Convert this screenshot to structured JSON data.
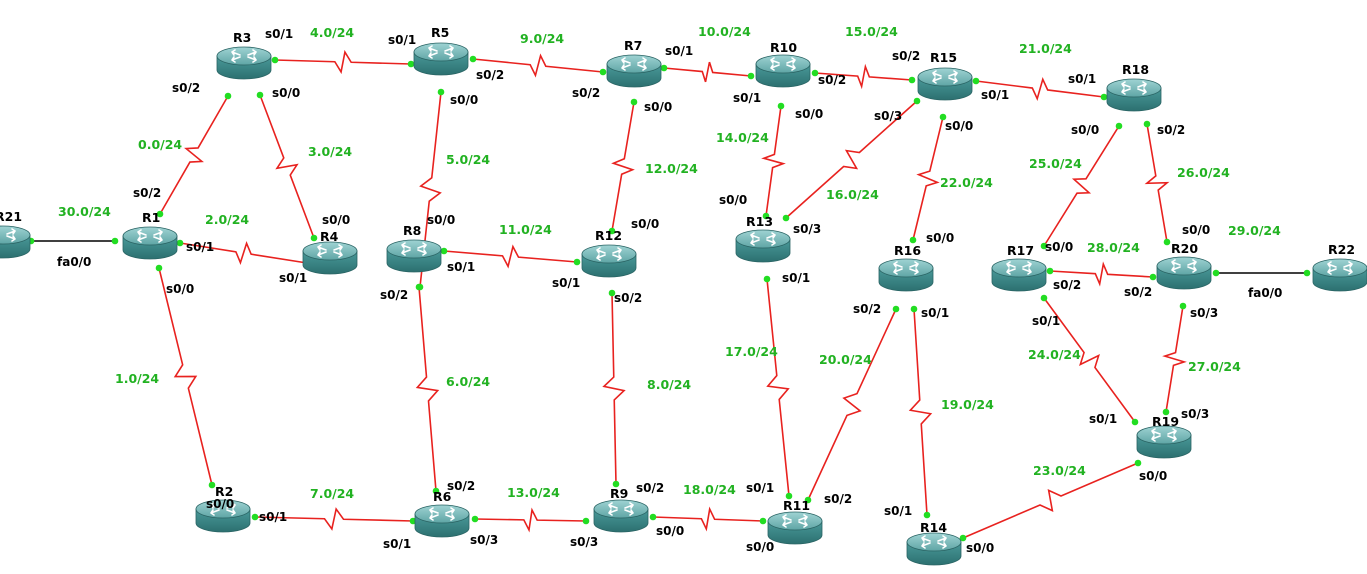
{
  "colors": {
    "serial_link": "#e8221f",
    "ethernet_link": "#000000",
    "port_dot": "#22dd22",
    "network_label": "#22b222",
    "router_body": "#3d8d8d",
    "router_top": "#6fb2b2"
  },
  "icons": {
    "router": "router-icon"
  },
  "routers": [
    {
      "id": "R1",
      "label": "R1"
    },
    {
      "id": "R2",
      "label": "R2"
    },
    {
      "id": "R3",
      "label": "R3"
    },
    {
      "id": "R4",
      "label": "R4"
    },
    {
      "id": "R5",
      "label": "R5"
    },
    {
      "id": "R6",
      "label": "R6"
    },
    {
      "id": "R7",
      "label": "R7"
    },
    {
      "id": "R8",
      "label": "R8"
    },
    {
      "id": "R9",
      "label": "R9"
    },
    {
      "id": "R10",
      "label": "R10"
    },
    {
      "id": "R11",
      "label": "R11"
    },
    {
      "id": "R12",
      "label": "R12"
    },
    {
      "id": "R13",
      "label": "R13"
    },
    {
      "id": "R14",
      "label": "R14"
    },
    {
      "id": "R15",
      "label": "R15"
    },
    {
      "id": "R16",
      "label": "R16"
    },
    {
      "id": "R17",
      "label": "R17"
    },
    {
      "id": "R18",
      "label": "R18"
    },
    {
      "id": "R19",
      "label": "R19"
    },
    {
      "id": "R20",
      "label": "R20"
    },
    {
      "id": "R21",
      "label": "R21"
    },
    {
      "id": "R22",
      "label": "R22"
    }
  ],
  "links": [
    {
      "a": "R21",
      "b": "R1",
      "type": "ethernet",
      "net": "30.0/24",
      "ia": "",
      "ib": "fa0/0"
    },
    {
      "a": "R1",
      "b": "R3",
      "type": "serial",
      "net": "0.0/24",
      "ia": "s0/2",
      "ib": "s0/2"
    },
    {
      "a": "R1",
      "b": "R4",
      "type": "serial",
      "net": "2.0/24",
      "ia": "s0/1",
      "ib": "s0/1"
    },
    {
      "a": "R1",
      "b": "R2",
      "type": "serial",
      "net": "1.0/24",
      "ia": "s0/0",
      "ib": "s0/0"
    },
    {
      "a": "R3",
      "b": "R4",
      "type": "serial",
      "net": "3.0/24",
      "ia": "s0/0",
      "ib": "s0/0"
    },
    {
      "a": "R3",
      "b": "R5",
      "type": "serial",
      "net": "4.0/24",
      "ia": "s0/1",
      "ib": "s0/1"
    },
    {
      "a": "R5",
      "b": "R8",
      "type": "serial",
      "net": "5.0/24",
      "ia": "s0/0",
      "ib": "s0/0"
    },
    {
      "a": "R5",
      "b": "R7",
      "type": "serial",
      "net": "9.0/24",
      "ia": "s0/2",
      "ib": "s0/2"
    },
    {
      "a": "R2",
      "b": "R6",
      "type": "serial",
      "net": "7.0/24",
      "ia": "s0/1",
      "ib": "s0/1"
    },
    {
      "a": "R8",
      "b": "R6",
      "type": "serial",
      "net": "6.0/24",
      "ia": "s0/2",
      "ib": "s0/2"
    },
    {
      "a": "R8",
      "b": "R12",
      "type": "serial",
      "net": "11.0/24",
      "ia": "s0/1",
      "ib": "s0/1"
    },
    {
      "a": "R7",
      "b": "R12",
      "type": "serial",
      "net": "12.0/24",
      "ia": "s0/0",
      "ib": "s0/0"
    },
    {
      "a": "R7",
      "b": "R10",
      "type": "serial",
      "net": "10.0/24",
      "ia": "s0/1",
      "ib": "s0/1"
    },
    {
      "a": "R6",
      "b": "R9",
      "type": "serial",
      "net": "13.0/24",
      "ia": "s0/3",
      "ib": "s0/3"
    },
    {
      "a": "R12",
      "b": "R9",
      "type": "serial",
      "net": "8.0/24",
      "ia": "s0/2",
      "ib": "s0/2"
    },
    {
      "a": "R9",
      "b": "R11",
      "type": "serial",
      "net": "18.0/24",
      "ia": "s0/0",
      "ib": "s0/0"
    },
    {
      "a": "R10",
      "b": "R15",
      "type": "serial",
      "net": "15.0/24",
      "ia": "s0/2",
      "ib": "s0/2"
    },
    {
      "a": "R10",
      "b": "R13",
      "type": "serial",
      "net": "14.0/24",
      "ia": "s0/0",
      "ib": "s0/0"
    },
    {
      "a": "R13",
      "b": "R15",
      "type": "serial",
      "net": "16.0/24",
      "ia": "s0/3",
      "ib": "s0/3"
    },
    {
      "a": "R13",
      "b": "R11",
      "type": "serial",
      "net": "17.0/24",
      "ia": "s0/1",
      "ib": "s0/1"
    },
    {
      "a": "R15",
      "b": "R18",
      "type": "serial",
      "net": "21.0/24",
      "ia": "s0/1",
      "ib": "s0/1"
    },
    {
      "a": "R15",
      "b": "R16",
      "type": "serial",
      "net": "22.0/24",
      "ia": "s0/0",
      "ib": "s0/0"
    },
    {
      "a": "R16",
      "b": "R11",
      "type": "serial",
      "net": "20.0/24",
      "ia": "s0/2",
      "ib": "s0/2"
    },
    {
      "a": "R16",
      "b": "R14",
      "type": "serial",
      "net": "19.0/24",
      "ia": "s0/1",
      "ib": "s0/1"
    },
    {
      "a": "R18",
      "b": "R17",
      "type": "serial",
      "net": "25.0/24",
      "ia": "s0/0",
      "ib": "s0/0"
    },
    {
      "a": "R18",
      "b": "R20",
      "type": "serial",
      "net": "26.0/24",
      "ia": "s0/2",
      "ib": "s0/0"
    },
    {
      "a": "R17",
      "b": "R20",
      "type": "serial",
      "net": "28.0/24",
      "ia": "s0/2",
      "ib": "s0/2"
    },
    {
      "a": "R20",
      "b": "R22",
      "type": "ethernet",
      "net": "29.0/24",
      "ia": "fa0/0",
      "ib": ""
    },
    {
      "a": "R17",
      "b": "R19",
      "type": "serial",
      "net": "24.0/24",
      "ia": "s0/1",
      "ib": "s0/1"
    },
    {
      "a": "R20",
      "b": "R19",
      "type": "serial",
      "net": "27.0/24",
      "ia": "s0/3",
      "ib": "s0/3"
    },
    {
      "a": "R19",
      "b": "R14",
      "type": "serial",
      "net": "23.0/24",
      "ia": "s0/0",
      "ib": "s0/0"
    }
  ]
}
